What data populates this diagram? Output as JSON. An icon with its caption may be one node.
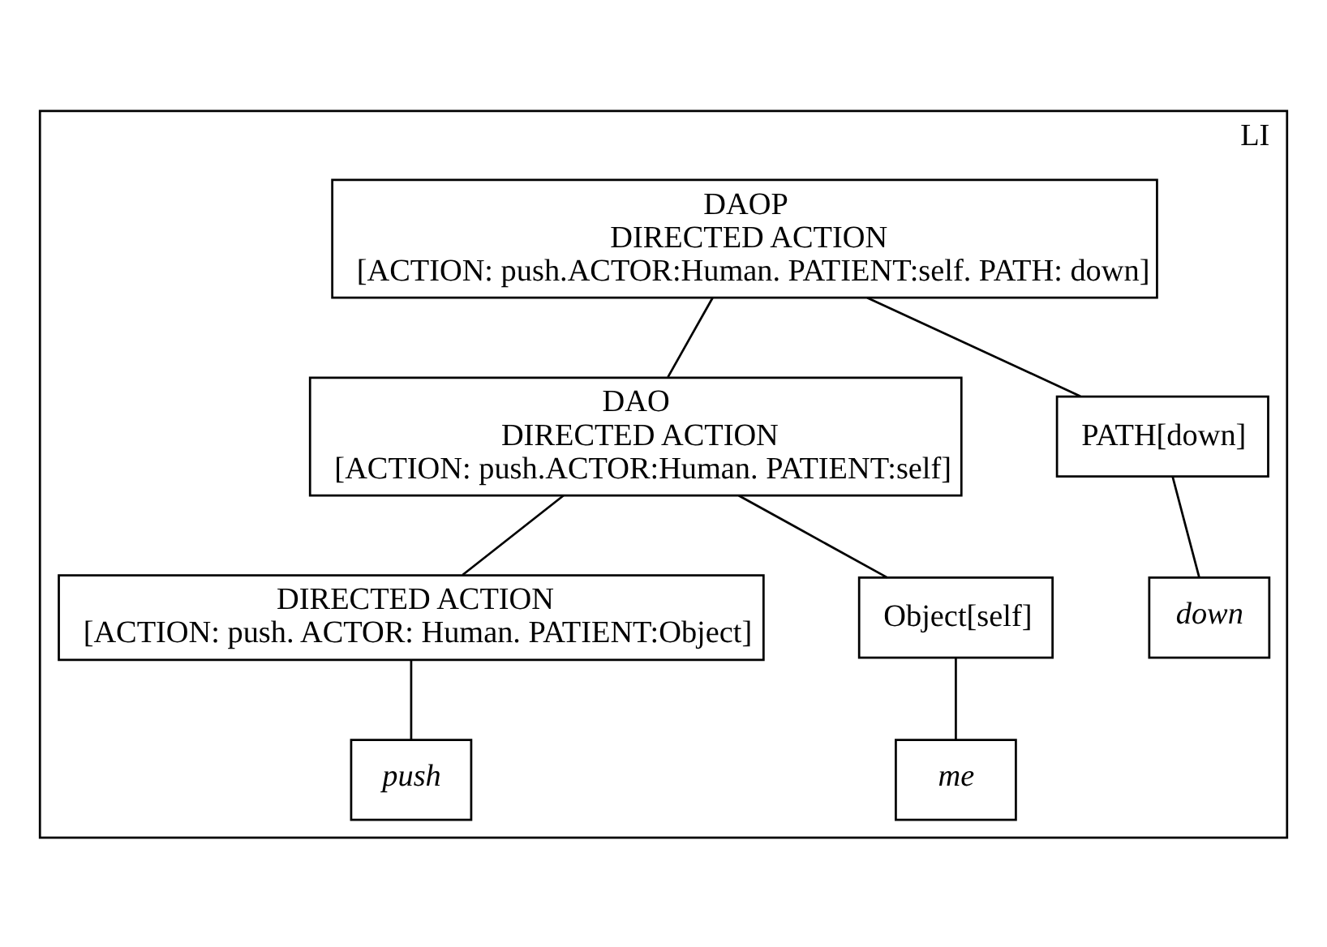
{
  "diagram": {
    "nodes": [
      {
        "text": [
          "LI"
        ]
      },
      {
        "text": [
          "DAOP",
          "DIRECTED ACTION",
          "[ACTION: push.ACTOR:Human. PATIENT:self. PATH: down]"
        ],
        "in": 0
      },
      {
        "text": [
          "DAO",
          "DIRECTED ACTION",
          "[ACTION: push.ACTOR:Human. PATIENT:self]"
        ],
        "in": 0
      },
      {
        "text": [
          "PATH[down]"
        ],
        "in": 0
      },
      {
        "text": [
          "down"
        ],
        "in": 0
      },
      {
        "text": [
          "DIRECTED ACTION",
          "[ACTION: push. ACTOR: Human. PATIENT:Object]"
        ],
        "in": 0
      },
      {
        "text": [
          "Object[self]"
        ],
        "in": 0
      },
      {
        "text": [
          "push"
        ],
        "in": 0
      },
      {
        "text": [
          "me"
        ],
        "in": 0
      }
    ],
    "edges": [
      {
        "from": 1,
        "to": 2,
        "arrow": "none"
      },
      {
        "from": 1,
        "to": 3,
        "arrow": "none"
      },
      {
        "from": 2,
        "to": 5,
        "arrow": "none"
      },
      {
        "from": 2,
        "to": 6,
        "arrow": "none"
      },
      {
        "from": 3,
        "to": 4,
        "arrow": "none"
      },
      {
        "from": 5,
        "to": 7,
        "arrow": "none"
      },
      {
        "from": 6,
        "to": 8,
        "arrow": "none"
      }
    ]
  }
}
